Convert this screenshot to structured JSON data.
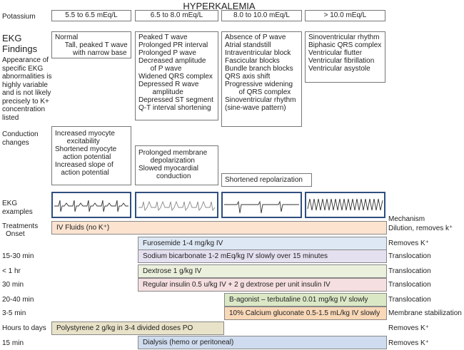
{
  "title": "HYPERKALEMIA",
  "left_labels": {
    "potassium": "Potassium",
    "ekg_findings": "EKG\nFindings",
    "appearance_note": "Appearance of\nspecific EKG\nabnormalities is\nhighly variable\nand is not likely\nprecisely to K+\nconcentration\nlisted",
    "conduction": "Conduction\nchanges",
    "ekg_examples": "EKG\nexamples",
    "treatments": "Treatments",
    "onset": "Onset"
  },
  "ranges": [
    "5.5 to 6.5 mEq/L",
    "6.5 to 8.0 mEq/L",
    "8.0 to 10.0 mEq/L",
    "> 10.0 mEq/L"
  ],
  "ekg_findings": [
    "Normal\n     Tall, peaked T wave\n         with narrow base",
    "Peaked T wave\nProlonged PR interval\nProlonged P wave\nDecreased amplitude\n      of P wave\nWidened QRS complex\nDepressed R wave\n       amplitude\nDepressed ST segment\nQ-T interval shortening",
    "Absence of P wave\nAtrial standstill\nIntraventricular block\nFascicular blocks\nBundle branch blocks\nQRS axis shift\nProgressive widening\n       of QRS complex\nSinoventricular rhythm\n(sine-wave pattern)",
    "Sinoventricular rhythm\nBiphasic QRS complex\nVentricular flutter\nVentricular fibrillation\nVentricular asystole"
  ],
  "conduction_changes": [
    "Increased myocyte\n      excitability\nShortened myocyte\n    action potential\nIncreased slope of\n   action potential",
    "Prolonged membrane\n      depolarization\nSlowed myocardial\n         conduction",
    "Shortened repolarization"
  ],
  "mechanism_header": "Mechanism",
  "treatments": [
    {
      "onset": "",
      "label": "IV Fluids (no K⁺)",
      "mechanism": "Dilution, removes k⁺",
      "color": "#fbe3d0"
    },
    {
      "onset": "",
      "label": "Furosemide 1-4 mg/kg IV",
      "mechanism": "Removes K⁺",
      "color": "#dde8f4"
    },
    {
      "onset": "15-30 min",
      "label": "Sodium bicarbonate 1-2 mEq/kg IV slowly over 15 minutes",
      "mechanism": "Translocation",
      "color": "#e5e0ef"
    },
    {
      "onset": "< 1 hr",
      "label": "Dextrose 1 g/kg IV",
      "mechanism": "Translocation",
      "color": "#ebf0dc"
    },
    {
      "onset": "30 min",
      "label": "Regular insulin 0.5 u/kg IV + 2 g dextrose per unit insulin IV",
      "mechanism": "Translocation",
      "color": "#f6dfe0"
    },
    {
      "onset": "20-40 min",
      "label": "B-agonist – terbutaline 0.01 mg/kg IV slowly",
      "mechanism": "Translocation",
      "color": "#dbe8c6"
    },
    {
      "onset": "3-5 min",
      "label": "10% Calcium gluconate 0.5-1.5 mL/kg IV slowly",
      "mechanism": "Membrane stabilization",
      "color": "#f9d8b8"
    },
    {
      "onset": "Hours to days",
      "label": "Polystyrene 2 g/kg in 3-4 divided doses PO",
      "mechanism": "Removes K⁺",
      "color": "#e8e2c8"
    },
    {
      "onset": "15 min",
      "label": "Dialysis (hemo or peritoneal)",
      "mechanism": "Removes K⁺",
      "color": "#cfdcef"
    }
  ]
}
